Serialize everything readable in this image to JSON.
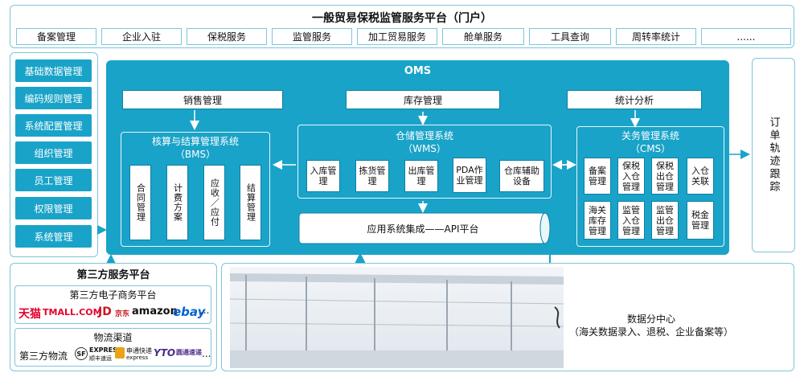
{
  "portal": {
    "title": "一般贸易保税监管服务平台（门户）",
    "nav": [
      "备案管理",
      "企业入驻",
      "保税服务",
      "监管服务",
      "加工贸易服务",
      "舱单服务",
      "工具查询",
      "周转率统计",
      "......"
    ]
  },
  "sidebar": {
    "items": [
      "基础数据管理",
      "编码规则管理",
      "系统配置管理",
      "组织管理",
      "员工管理",
      "权限管理",
      "系统管理"
    ]
  },
  "oms": {
    "title": "OMS",
    "top_modules": [
      "销售管理",
      "库存管理",
      "统计分析"
    ],
    "bms": {
      "title_line1": "核算与结算管理系统",
      "title_line2": "（BMS）",
      "modules": [
        "合同管理",
        "计费方案",
        "应收／应付",
        "结算管理"
      ]
    },
    "wms": {
      "title_line1": "仓储管理系统",
      "title_line2": "（WMS）",
      "modules": [
        "入库管理",
        "拣货管理",
        "出库管理",
        "PDA作业管理",
        "仓库辅助设备"
      ]
    },
    "cms": {
      "title_line1": "关务管理系统",
      "title_line2": "（CMS）",
      "row1": [
        "备案管理",
        "保税入仓管理",
        "保税出仓管理",
        "入仓关联"
      ],
      "row2": [
        "海关库存管理",
        "监管入仓管理",
        "监管出仓管理",
        "税金管理"
      ]
    },
    "api": "应用系统集成——API平台"
  },
  "tracking": {
    "label": "订单轨迹跟踪"
  },
  "third_party": {
    "title": "第三方服务平台",
    "ecommerce": {
      "title": "第三方电子商务平台",
      "logos": [
        "天猫",
        "TMALL.COM",
        "JD",
        "京东",
        "amazon",
        "ebay"
      ],
      "more": "..."
    },
    "logistics": {
      "title": "物流渠道",
      "label": "第三方物流",
      "logos": [
        "SF",
        "EXPRESS",
        "顺丰速运",
        "申通快递",
        "express",
        "YTO",
        "圆通速递"
      ],
      "more": "..."
    }
  },
  "data_center": {
    "title": "数据分中心",
    "subtitle": "（海关数据录入、退税、企业备案等）"
  },
  "colors": {
    "accent": "#1aa3c8",
    "border": "#7fc4dc",
    "dark": "#0e7fa3",
    "tmall": "#e4002b",
    "jd": "#c91623",
    "ebay_red": "#e53238",
    "ebay_blue": "#0064d2"
  }
}
